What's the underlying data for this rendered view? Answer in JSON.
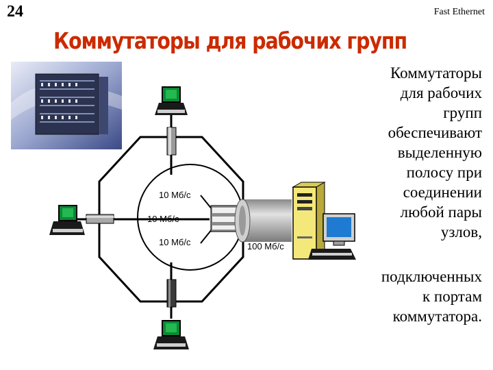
{
  "slide_number": "24",
  "header_right": "Fast Ethernet",
  "title": "Коммутаторы для рабочих групп",
  "description_lines": [
    "Коммутаторы",
    "для рабочих",
    "групп",
    "обеспечивают",
    "выделенную",
    "полосу при",
    "соединении",
    "любой пары",
    "узлов,"
  ],
  "description_tail_lines": [
    "подключенных",
    "к портам",
    "коммутатора."
  ],
  "diagram": {
    "port_label_1": "10 Мб/с",
    "port_label_2": "10 Мб/с",
    "port_label_3": "10 Мб/с",
    "uplink_label": "100 Мб/с"
  },
  "colors": {
    "title": "#cc2a00",
    "ring_stroke": "#000000",
    "cable": "#b8b8b8",
    "server_body": "#f4e87a",
    "monitor_screen": "#1e7bd1",
    "workstation_screen": "#0a8a34"
  }
}
